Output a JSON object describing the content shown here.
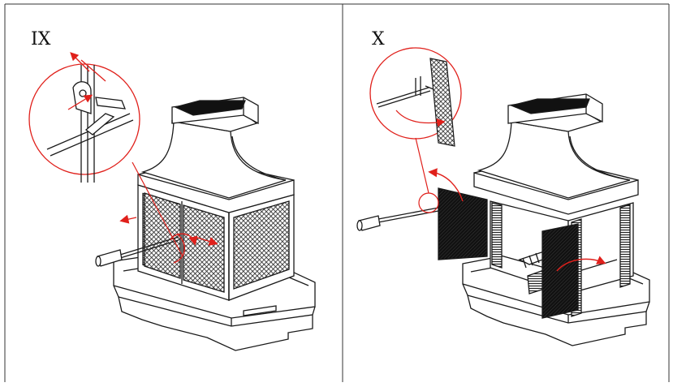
{
  "panels": [
    {
      "id": "left",
      "step_label": "IX"
    },
    {
      "id": "right",
      "step_label": "X"
    }
  ],
  "colors": {
    "line": "#1a1a1a",
    "annotation": "#e0201b",
    "mesh": "#2a2a2a",
    "background": "#ffffff"
  },
  "icons": [
    "magnifier-callout-circle",
    "direction-arrow",
    "poker-tool",
    "mesh-screen-door",
    "log-grate"
  ]
}
